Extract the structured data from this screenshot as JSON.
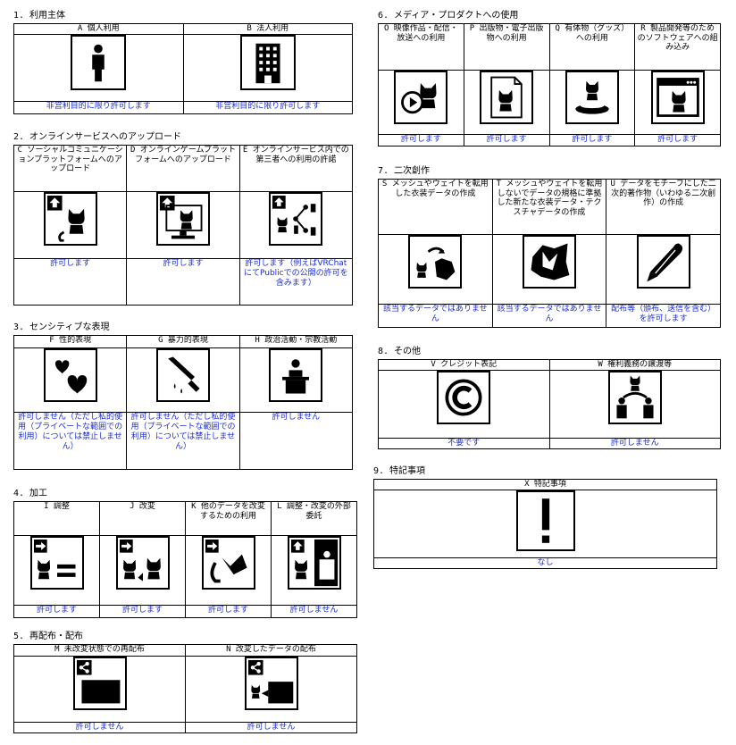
{
  "s1": {
    "title": "1. 利用主体",
    "items": [
      {
        "head": "A 個人利用",
        "foot": "非営利目的に限り許可します",
        "icon": "person-icon"
      },
      {
        "head": "B 法人利用",
        "foot": "非営利目的に限り許可します",
        "icon": "building-icon"
      }
    ]
  },
  "s2": {
    "title": "2. オンラインサービスへのアップロード",
    "items": [
      {
        "head": "C ソーシャルコミュニケーションプラットフォームへのアップロード",
        "foot": "許可します",
        "icon": "social-upload-icon"
      },
      {
        "head": "D オンラインゲームプラットフォームへのアップロード",
        "foot": "許可します",
        "icon": "game-upload-icon"
      },
      {
        "head": "E オンラインサービス内での第三者への利用の許諾",
        "foot": "許可します（例えばVRChatにてPublicでの公開の許可を含みます）",
        "icon": "share-users-icon"
      }
    ]
  },
  "s3": {
    "title": "3. センシティブな表現",
    "items": [
      {
        "head": "F 性的表現",
        "foot": "許可しません（ただし私的使用（プライベートな範囲での利用）については禁止しません）",
        "icon": "hearts-icon"
      },
      {
        "head": "G 暴力的表現",
        "foot": "許可しません（ただし私的使用（プライベートな範囲での利用）については禁止しません）",
        "icon": "knife-icon"
      },
      {
        "head": "H 政治活動・宗教活動",
        "foot": "許可しません",
        "icon": "podium-icon"
      }
    ]
  },
  "s4": {
    "title": "4. 加工",
    "items": [
      {
        "head": "I 調整",
        "foot": "許可します",
        "icon": "adjust-icon"
      },
      {
        "head": "J 改変",
        "foot": "許可します",
        "icon": "modify-icon"
      },
      {
        "head": "K 他のデータを改変するための利用",
        "foot": "許可します",
        "icon": "reuse-icon"
      },
      {
        "head": "L 調整・改変の外部委託",
        "foot": "許可しません",
        "icon": "outsource-icon"
      }
    ]
  },
  "s5": {
    "title": "5. 再配布・配布",
    "items": [
      {
        "head": "M 未改変状態での再配布",
        "foot": "許可しません",
        "icon": "redistribute-icon"
      },
      {
        "head": "N 改変したデータの配布",
        "foot": "許可しません",
        "icon": "distribute-modified-icon"
      }
    ]
  },
  "s6": {
    "title": "6. メディア・プロダクトへの使用",
    "items": [
      {
        "head": "O 映像作品・配信・放送への利用",
        "foot": "許可します",
        "icon": "video-icon"
      },
      {
        "head": "P 出版物・電子出版物への利用",
        "foot": "許可します",
        "icon": "publication-icon"
      },
      {
        "head": "Q 有体物（グッズ）への利用",
        "foot": "許可します",
        "icon": "figure-icon"
      },
      {
        "head": "R 製品開発等のためのソフトウェアへの組み込み",
        "foot": "許可します",
        "icon": "software-icon"
      }
    ]
  },
  "s7": {
    "title": "7. 二次創作",
    "items": [
      {
        "head": "S メッシュやウェイトを転用した衣装データの作成",
        "foot": "該当するデータではありません",
        "icon": "mesh-costume-icon"
      },
      {
        "head": "T メッシュやウェイトを転用しないでデータの規格に準拠した新たな衣装データ・テクスチャデータの作成",
        "foot": "該当するデータではありません",
        "icon": "new-costume-icon"
      },
      {
        "head": "U データをモチーフにした二次的著作物（いわゆる二次創作）の作成",
        "foot": "配布等（頒布、送信を含む）を許可します",
        "icon": "pen-icon"
      }
    ]
  },
  "s8": {
    "title": "8. その他",
    "items": [
      {
        "head": "V クレジット表記",
        "foot": "不要です",
        "icon": "copyright-icon"
      },
      {
        "head": "W 権利義務の譲渡等",
        "foot": "許可しません",
        "icon": "transfer-icon"
      }
    ]
  },
  "s9": {
    "title": "9. 特記事項",
    "items": [
      {
        "head": "X 特記事項",
        "foot": "なし",
        "icon": "exclamation-icon"
      }
    ]
  }
}
